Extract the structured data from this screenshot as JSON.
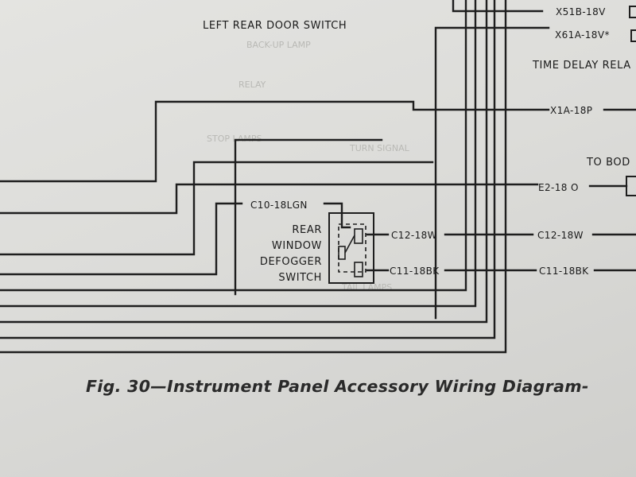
{
  "labels": {
    "left_rear_door_switch": "LEFT REAR DOOR SWITCH",
    "x51b": "X51B-18V",
    "x61a": "X61A-18V*",
    "time_delay": "TIME DELAY RELA",
    "x1a": "X1A-18P",
    "to_bod": "TO BOD",
    "e2": "E2-18 O",
    "c10": "C10-18LGN",
    "defogger_switch": [
      "REAR",
      "WINDOW",
      "DEFOGGER",
      "SWITCH"
    ],
    "c12_inner": "C12-18W",
    "c11_inner": "C11-18BK",
    "c12_outer": "C12-18W",
    "c11_outer": "C11-18BK"
  },
  "caption": "Fig. 30—Instrument Panel Accessory Wiring Diagram-"
}
